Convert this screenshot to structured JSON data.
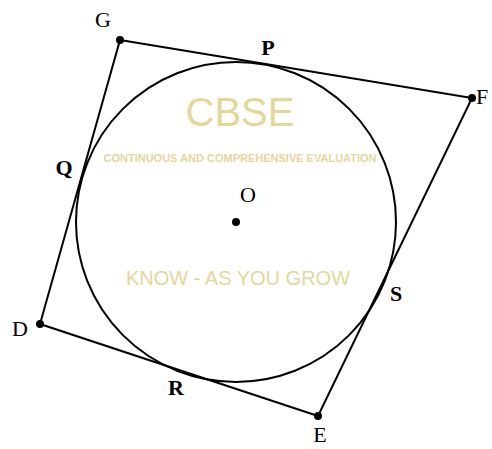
{
  "diagram": {
    "labels": [
      "G",
      "P",
      "F",
      "Q",
      "O",
      "D",
      "R",
      "S",
      "E",
      "CBSE",
      "CONTINUOUS AND COMPREHENSIVE EVALUATION",
      "KNOW - AS YOU GROW"
    ]
  }
}
